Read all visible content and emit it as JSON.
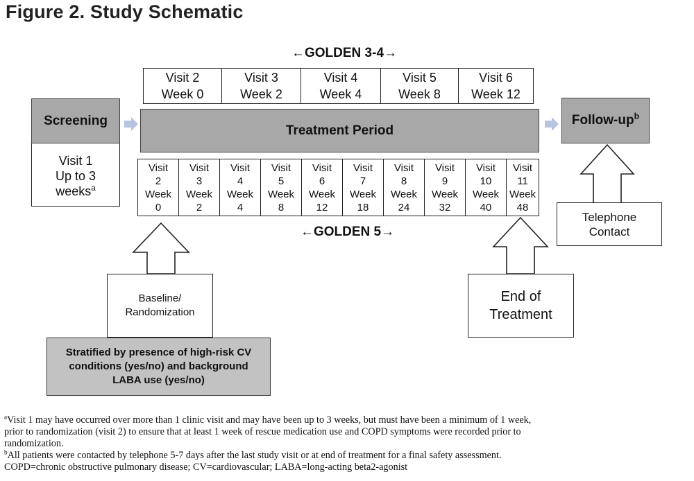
{
  "title": "Figure 2. Study Schematic",
  "golden_top": {
    "arrow_left": "←",
    "label": "GOLDEN 3-4",
    "arrow_right": "→"
  },
  "golden_bottom": {
    "arrow_left": "←",
    "label": "GOLDEN 5",
    "arrow_right": "→"
  },
  "screening": {
    "label": "Screening",
    "visit_line1": "Visit 1",
    "visit_line2": "Up to 3",
    "visit_line3": "weeks",
    "visit_sup": "a"
  },
  "treatment_period": "Treatment Period",
  "followup": {
    "label": "Follow-up",
    "sup": "b",
    "contact_line1": "Telephone",
    "contact_line2": "Contact"
  },
  "golden34_visits": [
    {
      "visit": "Visit 2",
      "week": "Week 0"
    },
    {
      "visit": "Visit 3",
      "week": "Week 2"
    },
    {
      "visit": "Visit 4",
      "week": "Week 4"
    },
    {
      "visit": "Visit 5",
      "week": "Week 8"
    },
    {
      "visit": "Visit 6",
      "week": "Week 12"
    }
  ],
  "golden5_visits": [
    {
      "visit": "Visit",
      "num": "2",
      "week": "Week",
      "wnum": "0"
    },
    {
      "visit": "Visit",
      "num": "3",
      "week": "Week",
      "wnum": "2"
    },
    {
      "visit": "Visit",
      "num": "4",
      "week": "Week",
      "wnum": "4"
    },
    {
      "visit": "Visit",
      "num": "5",
      "week": "Week",
      "wnum": "8"
    },
    {
      "visit": "Visit",
      "num": "6",
      "week": "Week",
      "wnum": "12"
    },
    {
      "visit": "Visit",
      "num": "7",
      "week": "Week",
      "wnum": "18"
    },
    {
      "visit": "Visit",
      "num": "8",
      "week": "Week",
      "wnum": "24"
    },
    {
      "visit": "Visit",
      "num": "9",
      "week": "Week",
      "wnum": "32"
    },
    {
      "visit": "Visit",
      "num": "10",
      "week": "Week",
      "wnum": "40"
    },
    {
      "visit": "Visit",
      "num": "11",
      "week": "Week",
      "wnum": "48"
    }
  ],
  "baseline": {
    "line1": "Baseline/",
    "line2": "Randomization"
  },
  "end_of_treatment": {
    "line1": "End of",
    "line2": "Treatment"
  },
  "stratified": {
    "line1": "Stratified by presence of high-risk CV",
    "line2": "conditions (yes/no) and background",
    "line3": "LABA use (yes/no)"
  },
  "footnotes": {
    "a_mark": "a",
    "a_text1": "Visit 1 may have occurred over more than 1 clinic visit and may have been up to 3 weeks, but must have been a minimum of 1 week,",
    "a_text2": "prior to randomization (visit 2) to ensure that at least 1 week of rescue medication use and COPD symptoms were recorded prior to",
    "a_text3": "randomization.",
    "b_mark": "b",
    "b_text": "All patients were contacted by telephone 5-7 days after the last study visit or at end of treatment for a final safety assessment.",
    "abbrev": "COPD=chronic obstructive pulmonary disease; CV=cardiovascular; LABA=long-acting beta2-agonist"
  }
}
